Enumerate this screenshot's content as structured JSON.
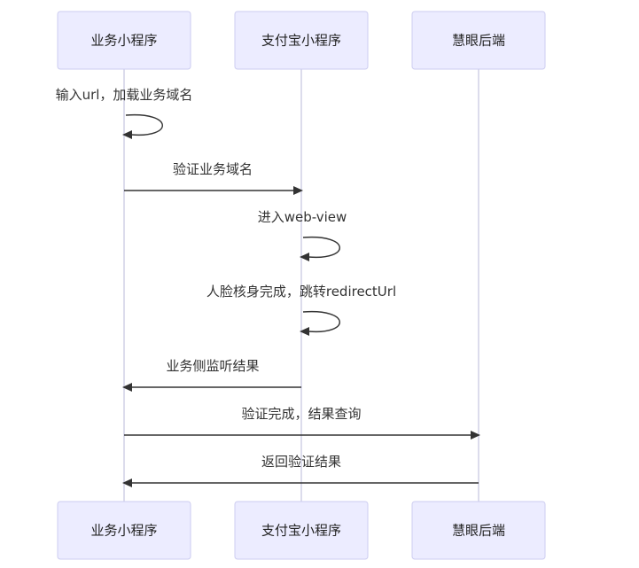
{
  "actors": [
    {
      "id": "biz",
      "label": "业务小程序"
    },
    {
      "id": "alipay",
      "label": "支付宝小程序"
    },
    {
      "id": "backend",
      "label": "慧眼后端"
    }
  ],
  "messages": [
    {
      "from": "biz",
      "to": "biz",
      "label": "输入url，加载业务域名"
    },
    {
      "from": "biz",
      "to": "alipay",
      "label": "验证业务域名"
    },
    {
      "from": "alipay",
      "to": "alipay",
      "label": "进入web-view"
    },
    {
      "from": "alipay",
      "to": "alipay",
      "label": "人脸核身完成，跳转redirectUrl"
    },
    {
      "from": "alipay",
      "to": "biz",
      "label": "业务侧监听结果"
    },
    {
      "from": "biz",
      "to": "backend",
      "label": "验证完成，结果查询"
    },
    {
      "from": "backend",
      "to": "biz",
      "label": "返回验证结果"
    }
  ],
  "colors": {
    "actor_fill": "#ececff",
    "actor_stroke": "#cdcdf0",
    "lifeline": "#dcdcec",
    "message": "#333333"
  }
}
